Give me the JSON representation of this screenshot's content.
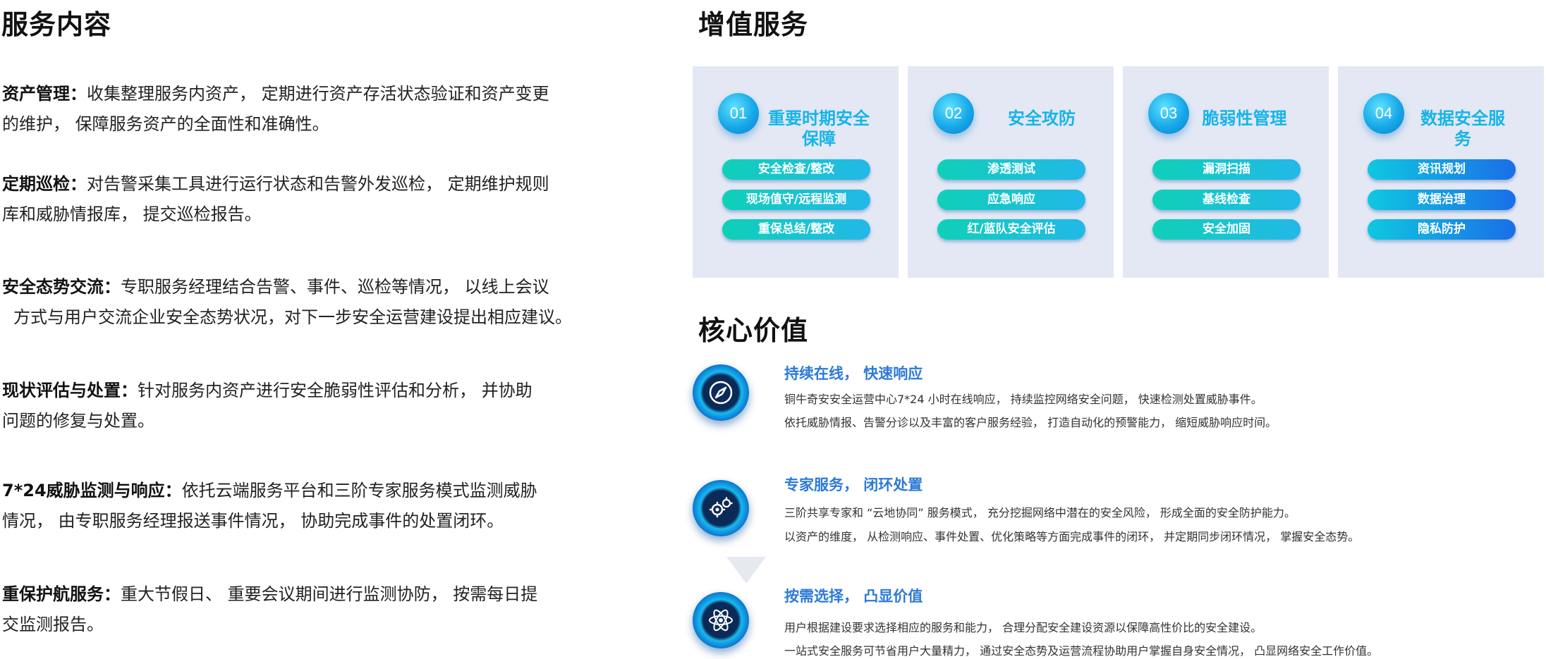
{
  "service_content": {
    "title": "服务内容",
    "items": [
      {
        "label": "资产管理：",
        "line1": "收集整理服务内资产， 定期进行资产存活状态验证和资产变更",
        "line2": "的维护， 保障服务资产的全面性和准确性。"
      },
      {
        "label": "定期巡检：",
        "line1": "对告警采集工具进行运行状态和告警外发巡检， 定期维护规则",
        "line2": "库和威胁情报库， 提交巡检报告。"
      },
      {
        "label": "安全态势交流：",
        "line1": "专职服务经理结合告警、事件、巡检等情况， 以线上会议",
        "line2": "方式与用户交流企业安全态势状况，对下一步安全运营建设提出相应建议。"
      },
      {
        "label": "现状评估与处置：",
        "line1": "针对服务内资产进行安全脆弱性评估和分析， 并协助",
        "line2": "问题的修复与处置。"
      },
      {
        "label": "7*24威胁监测与响应：",
        "line1": "依托云端服务平台和三阶专家服务模式监测威胁",
        "line2": "情况， 由专职服务经理报送事件情况， 协助完成事件的处置闭环。"
      },
      {
        "label": "重保护航服务：",
        "line1": "重大节假日、 重要会议期间进行监测协防， 按需每日提",
        "line2": "交监测报告。"
      }
    ]
  },
  "value_added": {
    "title": "增值服务",
    "cards": [
      {
        "num": "01",
        "title": "重要时期安全保障",
        "pills": [
          "安全检查/整改",
          "现场值守/远程监测",
          "重保总结/整改"
        ]
      },
      {
        "num": "02",
        "title": "安全攻防",
        "pills": [
          "渗透测试",
          "应急响应",
          "红/蓝队安全评估"
        ]
      },
      {
        "num": "03",
        "title": "脆弱性管理",
        "pills": [
          "漏洞扫描",
          "基线检查",
          "安全加固"
        ]
      },
      {
        "num": "04",
        "title": "数据安全服务",
        "pills": [
          "资讯规划",
          "数据治理",
          "隐私防护"
        ]
      }
    ]
  },
  "core_value": {
    "title": "核心价值",
    "items": [
      {
        "icon": "compass-icon",
        "title": "持续在线， 快速响应",
        "line1": "铜牛奇安安全运营中心7*24 小时在线响应， 持续监控网络安全问题， 快速检测处置威胁事件。",
        "line2": "依托威胁情报、告警分诊以及丰富的客户服务经验， 打造自动化的预警能力， 缩短威胁响应时间。"
      },
      {
        "icon": "gears-icon",
        "title": "专家服务， 闭环处置",
        "line1": "三阶共享专家和 “云地协同” 服务模式， 充分挖掘网络中潜在的安全风险， 形成全面的安全防护能力。",
        "line2": "以资产的维度， 从检测响应、事件处置、优化策略等方面完成事件的闭环， 并定期同步闭环情况， 掌握安全态势。"
      },
      {
        "icon": "atom-icon",
        "title": "按需选择， 凸显价值",
        "line1": "用户根据建设要求选择相应的服务和能力， 合理分配安全建设资源以保障高性价比的安全建设。",
        "line2": "一站式安全服务可节省用户大量精力， 通过安全态势及运营流程协助用户掌握自身安全情况， 凸显网络安全工作价值。"
      }
    ]
  },
  "colors": {
    "title_blue": "#16b4e8",
    "value_title_blue": "#2c7ad8",
    "card_bg": "#e3e8f4"
  }
}
